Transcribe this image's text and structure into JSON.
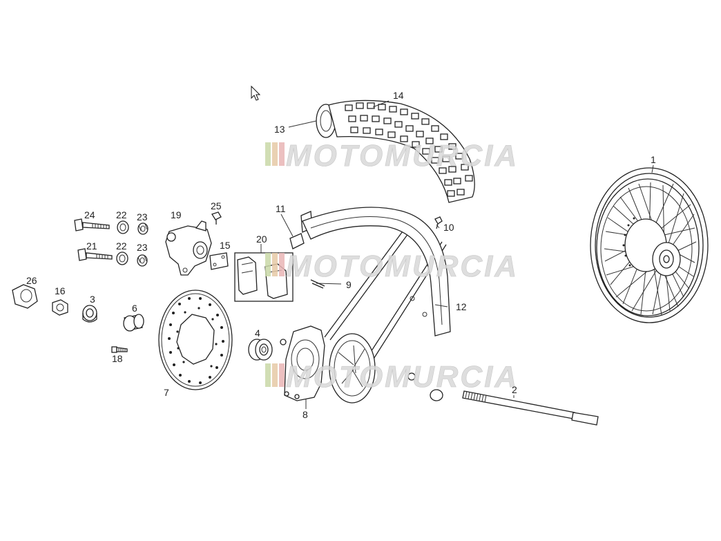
{
  "diagram": {
    "callouts": {
      "c1": "1",
      "c2": "2",
      "c3": "3",
      "c4": "4",
      "c6": "6",
      "c7": "7",
      "c8": "8",
      "c9": "9",
      "c10": "10",
      "c11": "11",
      "c12": "12",
      "c13": "13",
      "c14": "14",
      "c15": "15",
      "c16": "16",
      "c18": "18",
      "c19": "19",
      "c20": "20",
      "c21": "21",
      "c22a": "22",
      "c22b": "22",
      "c23a": "23",
      "c23b": "23",
      "c24": "24",
      "c25": "25",
      "c26": "26"
    },
    "watermark": {
      "text": "MOTOMURCIA",
      "stripe_colors": [
        "#c9d9a8",
        "#e7c9a6",
        "#e9b6b6"
      ],
      "text_color": "#d9d9d9"
    }
  }
}
